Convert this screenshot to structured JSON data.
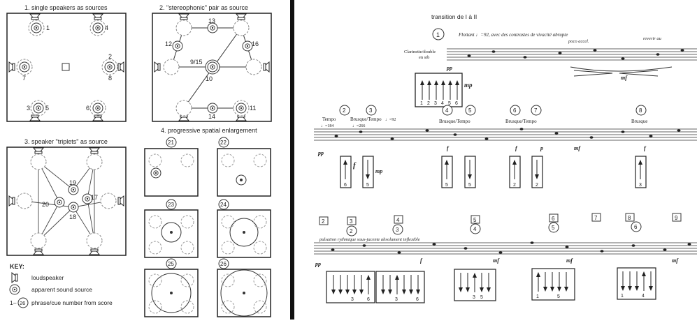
{
  "diagram": {
    "panel1_title": "1. single speakers as sources",
    "panel2_title": "2. \"stereophonic\" pair as source",
    "panel3_title": "3. speaker \"triplets\" as source",
    "panel4_title": "4. progressive spatial enlargement",
    "p1_labels": [
      "1",
      "4",
      "2",
      "8",
      "7",
      "3",
      "5",
      "6"
    ],
    "p2_labels": [
      "13",
      "12",
      "16",
      "9/15",
      "10",
      "14",
      "11"
    ],
    "p3_labels": [
      "19",
      "17",
      "20",
      "18"
    ],
    "p4_numbers": [
      "21",
      "22",
      "23",
      "24",
      "25",
      "26"
    ]
  },
  "key": {
    "title": "KEY:",
    "loudspeaker": "loudspeaker",
    "apparent": "apparent sound source",
    "phrase_prefix": "1–",
    "phrase_num": "26",
    "phrase": "phrase/cue number from score"
  },
  "score": {
    "transition": "transition de I à II",
    "cue1": "1",
    "tempo_line": "Flottant ♩=92, avec des contrastes de vivacité abrupte",
    "poco_accel": "poco accel.",
    "reverir": "reverir au",
    "instrument_line1": "Clarinette/double",
    "instrument_line2": "en sib",
    "mp": "mp",
    "pp": "pp",
    "mf": "mf",
    "f": "f",
    "p": "p",
    "box1_digits": [
      "1",
      "2",
      "3",
      "4",
      "5",
      "6"
    ],
    "sys2_tempo": "Tempo",
    "sys2_tempo_val": "♩=184",
    "sys2_brusque": "Brusque/Tempo",
    "sys2_brusque_val": "♩=92",
    "sys2_266": "♩=266",
    "sys2_brusque2": "Brusque/Tempo",
    "sys2_brusque3": "Brusque/Tempo",
    "sys2_brusque4": "Brusque",
    "sys2_circles": [
      "2",
      "3",
      "4",
      "5",
      "6",
      "7",
      "8"
    ],
    "sys2_box_digits": [
      "6",
      "5",
      "5",
      "5",
      "2",
      "2",
      "3"
    ],
    "sys3_squares": [
      "2",
      "3",
      "4",
      "5",
      "6",
      "7",
      "8",
      "9"
    ],
    "sys3_circles": [
      "2",
      "3",
      "4",
      "5",
      "6"
    ],
    "sys3_text": "pulsation rythmique sous-jacente absolument inflexible",
    "sys3_box_digits": [
      "3",
      "6",
      "3",
      "6",
      "3",
      "5",
      "1",
      "5",
      "1",
      "4"
    ]
  }
}
